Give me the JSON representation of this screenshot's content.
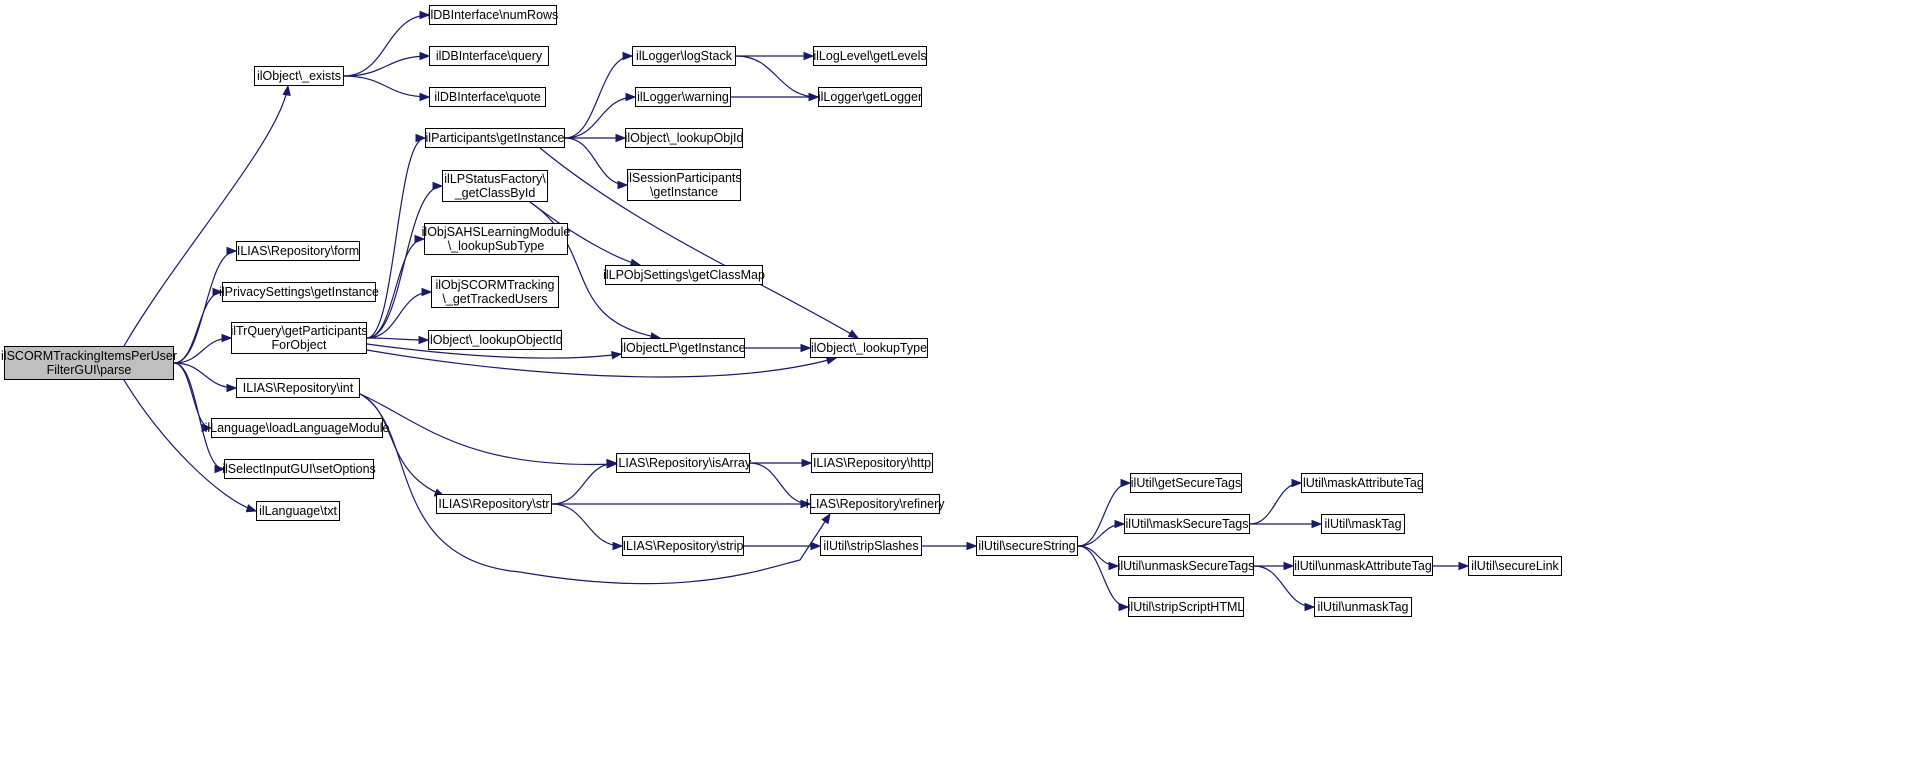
{
  "graph": {
    "node_fill": "#ffffff",
    "root_fill": "#bfbfbf",
    "edge_color": "#191970",
    "nodes": [
      {
        "id": "root",
        "label": "ilSCORMTrackingItemsPerUser\nFilterGUI\\parse"
      },
      {
        "id": "exists",
        "label": "ilObject\\_exists"
      },
      {
        "id": "numRows",
        "label": "ilDBInterface\\numRows"
      },
      {
        "id": "query",
        "label": "ilDBInterface\\query"
      },
      {
        "id": "quote",
        "label": "ilDBInterface\\quote"
      },
      {
        "id": "form",
        "label": "ILIAS\\Repository\\form"
      },
      {
        "id": "privacy",
        "label": "ilPrivacySettings\\getInstance"
      },
      {
        "id": "trquery",
        "label": "ilTrQuery\\getParticipants\nForObject"
      },
      {
        "id": "repoInt",
        "label": "ILIAS\\Repository\\int"
      },
      {
        "id": "loadLang",
        "label": "ilLanguage\\loadLanguageModule"
      },
      {
        "id": "setOptions",
        "label": "ilSelectInputGUI\\setOptions"
      },
      {
        "id": "txt",
        "label": "ilLanguage\\txt"
      },
      {
        "id": "partGet",
        "label": "ilParticipants\\getInstance"
      },
      {
        "id": "lpStatus",
        "label": "ilLPStatusFactory\\\n_getClassById"
      },
      {
        "id": "sahs",
        "label": "ilObjSAHSLearningModule\n\\_lookupSubType"
      },
      {
        "id": "scormTrack",
        "label": "ilObjSCORMTracking\n\\_getTrackedUsers"
      },
      {
        "id": "lookupObjectId",
        "label": "ilObject\\_lookupObjectId"
      },
      {
        "id": "logStack",
        "label": "ilLogger\\logStack"
      },
      {
        "id": "warning",
        "label": "ilLogger\\warning"
      },
      {
        "id": "getLevels",
        "label": "ilLogLevel\\getLevels"
      },
      {
        "id": "getLogger",
        "label": "ilLogger\\getLogger"
      },
      {
        "id": "lookupObjId",
        "label": "ilObject\\_lookupObjId"
      },
      {
        "id": "sessPart",
        "label": "ilSessionParticipants\n\\getInstance"
      },
      {
        "id": "classMap",
        "label": "ilLPObjSettings\\getClassMap"
      },
      {
        "id": "objLP",
        "label": "ilObjectLP\\getInstance"
      },
      {
        "id": "lookupType",
        "label": "ilObject\\_lookupType"
      },
      {
        "id": "isArray",
        "label": "ILIAS\\Repository\\isArray"
      },
      {
        "id": "http",
        "label": "ILIAS\\Repository\\http"
      },
      {
        "id": "str",
        "label": "ILIAS\\Repository\\str"
      },
      {
        "id": "refinery",
        "label": "ILIAS\\Repository\\refinery"
      },
      {
        "id": "strip",
        "label": "ILIAS\\Repository\\strip"
      },
      {
        "id": "stripSlashes",
        "label": "ilUtil\\stripSlashes"
      },
      {
        "id": "secureString",
        "label": "ilUtil\\secureString"
      },
      {
        "id": "getSecureTags",
        "label": "ilUtil\\getSecureTags"
      },
      {
        "id": "maskSecureTags",
        "label": "ilUtil\\maskSecureTags"
      },
      {
        "id": "unmaskSecureTags",
        "label": "ilUtil\\unmaskSecureTags"
      },
      {
        "id": "stripScriptHTML",
        "label": "ilUtil\\stripScriptHTML"
      },
      {
        "id": "maskAttributeTag",
        "label": "ilUtil\\maskAttributeTag"
      },
      {
        "id": "maskTag",
        "label": "ilUtil\\maskTag"
      },
      {
        "id": "unmaskAttributeTag",
        "label": "ilUtil\\unmaskAttributeTag"
      },
      {
        "id": "unmaskTag",
        "label": "ilUtil\\unmaskTag"
      },
      {
        "id": "secureLink",
        "label": "ilUtil\\secureLink"
      }
    ],
    "edges": [
      [
        "root",
        "exists"
      ],
      [
        "root",
        "form"
      ],
      [
        "root",
        "privacy"
      ],
      [
        "root",
        "trquery"
      ],
      [
        "root",
        "repoInt"
      ],
      [
        "root",
        "loadLang"
      ],
      [
        "root",
        "setOptions"
      ],
      [
        "root",
        "txt"
      ],
      [
        "exists",
        "numRows"
      ],
      [
        "exists",
        "query"
      ],
      [
        "exists",
        "quote"
      ],
      [
        "trquery",
        "partGet"
      ],
      [
        "trquery",
        "lpStatus"
      ],
      [
        "trquery",
        "sahs"
      ],
      [
        "trquery",
        "scormTrack"
      ],
      [
        "trquery",
        "lookupObjectId"
      ],
      [
        "trquery",
        "objLP"
      ],
      [
        "trquery",
        "lookupType"
      ],
      [
        "partGet",
        "logStack"
      ],
      [
        "partGet",
        "warning"
      ],
      [
        "partGet",
        "lookupObjId"
      ],
      [
        "partGet",
        "sessPart"
      ],
      [
        "partGet",
        "lookupType"
      ],
      [
        "logStack",
        "getLevels"
      ],
      [
        "logStack",
        "getLogger"
      ],
      [
        "warning",
        "getLogger"
      ],
      [
        "lpStatus",
        "classMap"
      ],
      [
        "lpStatus",
        "objLP"
      ],
      [
        "objLP",
        "lookupType"
      ],
      [
        "repoInt",
        "isArray"
      ],
      [
        "repoInt",
        "str"
      ],
      [
        "repoInt",
        "refinery"
      ],
      [
        "isArray",
        "http"
      ],
      [
        "isArray",
        "refinery"
      ],
      [
        "str",
        "isArray"
      ],
      [
        "str",
        "refinery"
      ],
      [
        "str",
        "strip"
      ],
      [
        "strip",
        "stripSlashes"
      ],
      [
        "stripSlashes",
        "secureString"
      ],
      [
        "secureString",
        "getSecureTags"
      ],
      [
        "secureString",
        "maskSecureTags"
      ],
      [
        "secureString",
        "unmaskSecureTags"
      ],
      [
        "secureString",
        "stripScriptHTML"
      ],
      [
        "maskSecureTags",
        "maskAttributeTag"
      ],
      [
        "maskSecureTags",
        "maskTag"
      ],
      [
        "unmaskSecureTags",
        "unmaskAttributeTag"
      ],
      [
        "unmaskSecureTags",
        "unmaskTag"
      ],
      [
        "unmaskAttributeTag",
        "secureLink"
      ]
    ]
  }
}
